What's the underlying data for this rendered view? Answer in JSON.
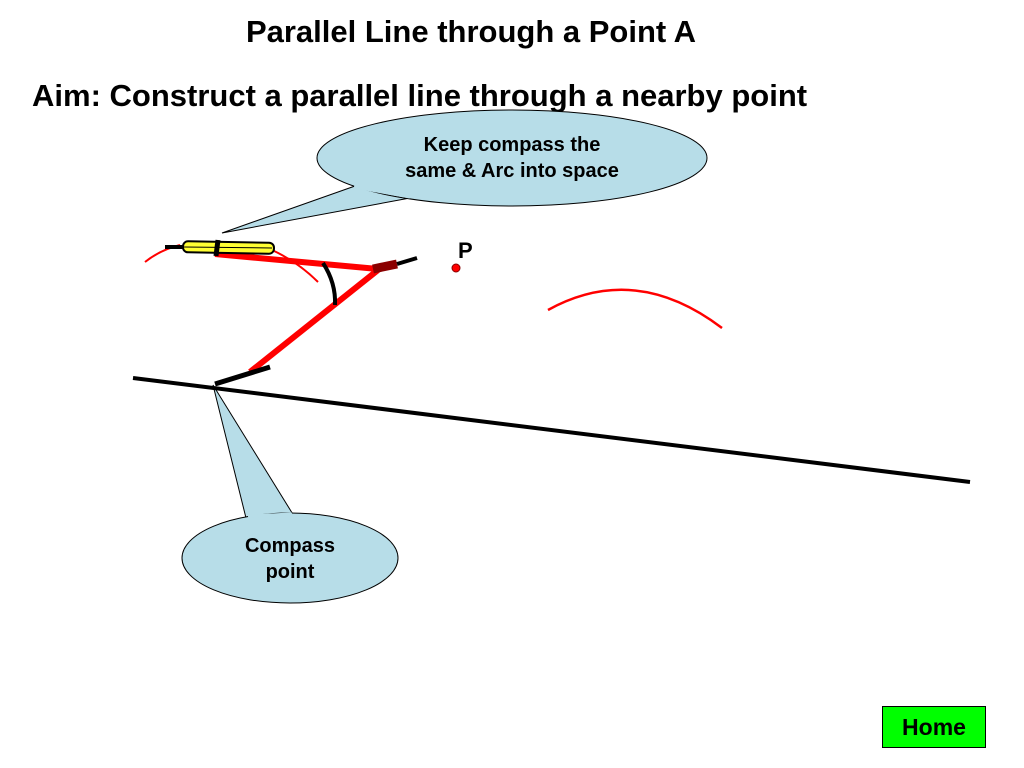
{
  "slide": {
    "title": "Parallel Line through a Point A",
    "aim": "Aim: Construct a parallel line through a nearby point",
    "callout_top": {
      "line1": "Keep compass the",
      "line2": "same & Arc into space"
    },
    "callout_bottom": {
      "line1": "Compass",
      "line2": "point"
    },
    "point_label": "P",
    "home_button": "Home"
  },
  "colors": {
    "callout_fill": "#b7dde8",
    "arc": "#ff0000",
    "compass_leg": "#ff0000",
    "pencil": "#ffff33",
    "home": "#00ff00"
  }
}
